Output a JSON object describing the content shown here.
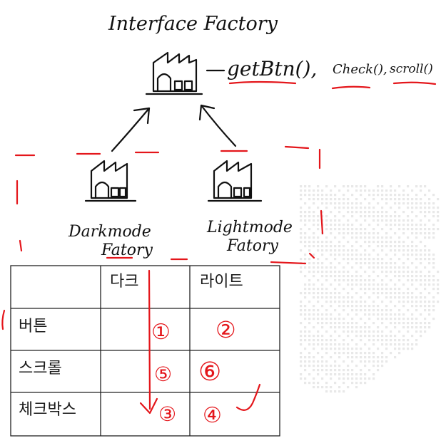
{
  "title": "Interface Factory",
  "methods": {
    "get_btn": "getBtn(),",
    "check": "Check(),",
    "scroll": "scroll()"
  },
  "factories": {
    "dark": {
      "line1": "Darkmode",
      "line2": "Fatory"
    },
    "light": {
      "line1": "Lightmode",
      "line2": "Fatory"
    }
  },
  "table": {
    "columns": [
      "다크",
      "라이트"
    ],
    "rows": [
      {
        "label": "버튼",
        "cells": [
          "①",
          "②"
        ]
      },
      {
        "label": "스크롤",
        "cells": [
          "⑤",
          "⑥"
        ]
      },
      {
        "label": "체크박스",
        "cells": [
          "③",
          "④"
        ]
      }
    ]
  },
  "colors": {
    "ink": "#111111",
    "annotation": "#e4161b",
    "watermark": "#e8e8e8"
  },
  "icons": [
    "factory-icon",
    "arrow-icon",
    "checkmark-icon"
  ]
}
